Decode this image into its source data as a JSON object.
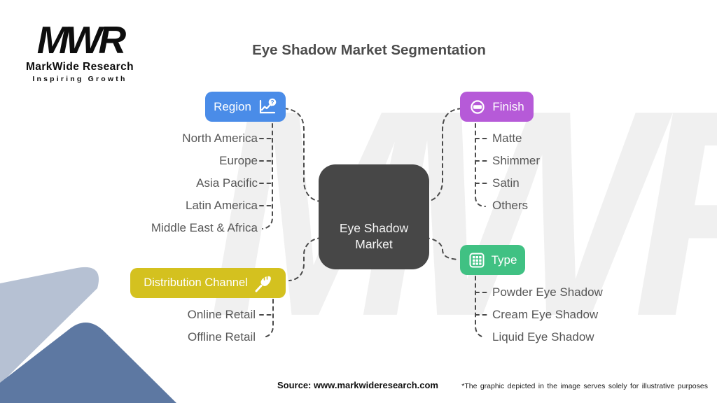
{
  "brand": {
    "logo_text": "MWR",
    "name": "MarkWide Research",
    "tagline": "Inspiring Growth",
    "watermark_text": "MWR"
  },
  "title": "Eye Shadow Market Segmentation",
  "center_node": {
    "label": "Eye Shadow Market"
  },
  "branches": [
    {
      "id": "region",
      "label": "Region",
      "icon": "chart-question-icon",
      "color": "#4a8ce8",
      "items": [
        "North America",
        "Europe",
        "Asia Pacific",
        "Latin America",
        "Middle East & Africa"
      ]
    },
    {
      "id": "finish",
      "label": "Finish",
      "icon": "circle-minus-icon",
      "color": "#b65ad8",
      "items": [
        "Matte",
        "Shimmer",
        "Satin",
        "Others"
      ]
    },
    {
      "id": "distribution-channel",
      "label": "Distribution Channel",
      "icon": "makeup-brush-icon",
      "color": "#d4c11f",
      "items": [
        "Online Retail",
        "Offline Retail"
      ]
    },
    {
      "id": "type",
      "label": "Type",
      "icon": "table-grid-icon",
      "color": "#40c183",
      "items": [
        "Powder Eye Shadow",
        "Cream Eye Shadow",
        "Liquid Eye Shadow"
      ]
    }
  ],
  "footer": {
    "source": "Source: www.markwideresearch.com",
    "disclaimer": "*The graphic depicted in the image serves solely for illustrative purposes"
  },
  "colors": {
    "center_node": "#474747",
    "connector": "#4a4a4a",
    "corner_shape_light": "#b6c1d3",
    "corner_shape_dark": "#5d78a2",
    "watermark": "#f0f0f0",
    "item_text": "#575757",
    "title_text": "#4d4d4d"
  }
}
